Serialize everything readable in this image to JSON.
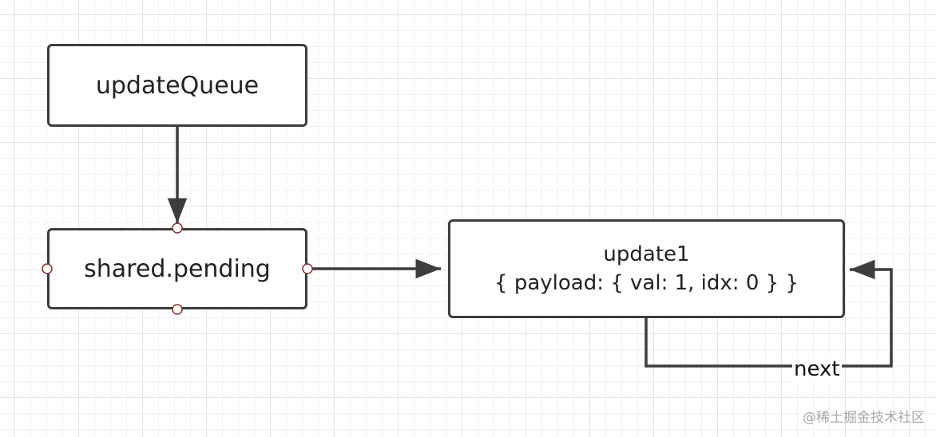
{
  "nodes": {
    "update_queue": "updateQueue",
    "shared_pending": "shared.pending",
    "update1": {
      "title": "update1",
      "detail": "{ payload: { val: 1, idx: 0 } }"
    }
  },
  "edges": {
    "next_label": "next"
  },
  "watermark": "@稀土掘金技术社区",
  "colors": {
    "stroke": "#3d3d3d",
    "port_stroke": "#8b2e2e",
    "grid": "#e4e4e4"
  }
}
